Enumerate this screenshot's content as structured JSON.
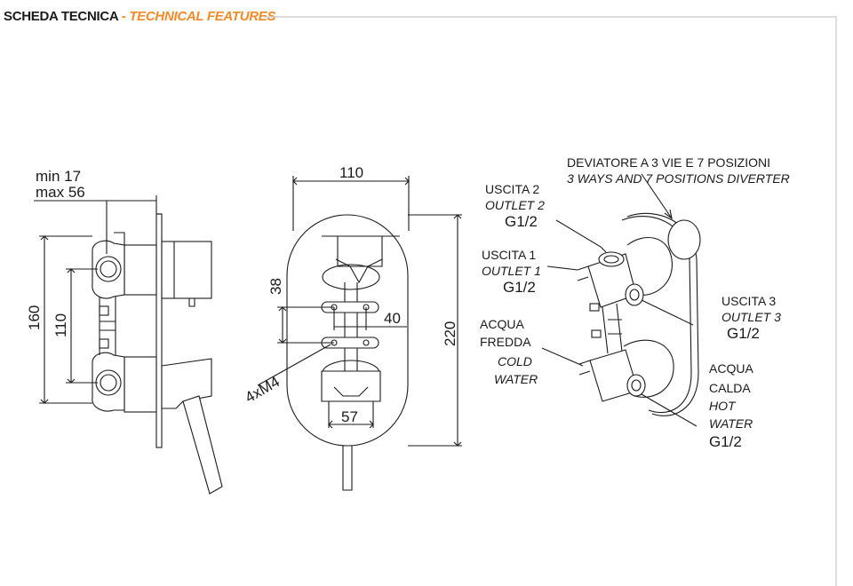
{
  "header": {
    "title_it": "SCHEDA TECNICA",
    "separator": "-",
    "title_en": "TECHNICAL FEATURES",
    "accent_color": "#f08a2a"
  },
  "side_view": {
    "min_label": "min 17",
    "max_label": "max 56",
    "height_total": "160",
    "height_axis": "110"
  },
  "front_view": {
    "width_top": "110",
    "height_total": "220",
    "spacing_vertical": "38",
    "spacing_horizontal": "40",
    "bottom_width": "57",
    "screws": "4xM4"
  },
  "iso_view": {
    "diverter_it": "DEVIATORE A 3 VIE E 7 POSIZIONI",
    "diverter_en": "3 WAYS AND 7 POSITIONS DIVERTER",
    "outlet2_it": "USCITA 2",
    "outlet2_en": "OUTLET 2",
    "outlet2_size": "G1/2",
    "outlet1_it": "USCITA 1",
    "outlet1_en": "OUTLET 1",
    "outlet1_size": "G1/2",
    "outlet3_it": "USCITA 3",
    "outlet3_en": "OUTLET 3",
    "outlet3_size": "G1/2",
    "cold_it_1": "ACQUA",
    "cold_it_2": "FREDDA",
    "cold_en_1": "COLD",
    "cold_en_2": "WATER",
    "hot_it_1": "ACQUA",
    "hot_it_2": "CALDA",
    "hot_en_1": "HOT",
    "hot_en_2": "WATER",
    "hot_size": "G1/2"
  }
}
